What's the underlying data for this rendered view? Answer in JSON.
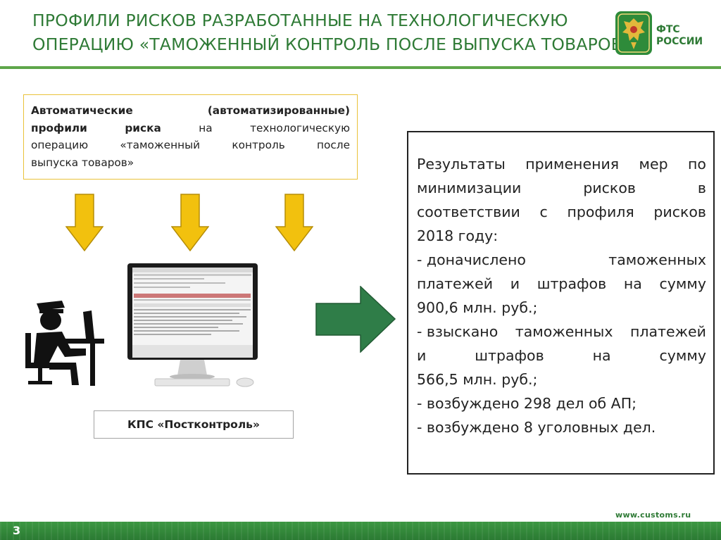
{
  "header": {
    "title_line1": "ПРОФИЛИ РИСКОВ РАЗРАБОТАННЫЕ НА ТЕХНОЛОГИЧЕСКУЮ",
    "title_line2": "ОПЕРАЦИЮ «ТАМОЖЕННЫЙ КОНТРОЛЬ ПОСЛЕ ВЫПУСКА ТОВАРОВ»",
    "logo_line1": "ФТС",
    "logo_line2": "РОССИИ",
    "accent_color": "#2e7a35"
  },
  "profile_box": {
    "line1_a": "Автоматические",
    "line1_b": "(автоматизированные)",
    "line2_a": "профили",
    "line2_b": "риска",
    "line2_c": "на",
    "line2_d": "технологическую",
    "line3_a": "операцию",
    "line3_b": "«таможенный",
    "line3_c": "контроль",
    "line3_d": "после",
    "line4": "выпуска товаров»",
    "border_color": "#e9c23a"
  },
  "system_label": "КПС «Постконтроль»",
  "results": {
    "l1_a": "Результаты",
    "l1_b": "применения",
    "l1_c": "мер",
    "l1_d": "по",
    "l2_a": "минимизации",
    "l2_b": "рисков",
    "l2_c": "в",
    "l3_a": "соответствии",
    "l3_b": "с",
    "l3_c": "профиля",
    "l3_d": "рисков",
    "l4": "2018 году:",
    "l5_a": "- доначислено",
    "l5_b": "таможенных",
    "l6_a": "платежей",
    "l6_b": "и",
    "l6_c": "штрафов",
    "l6_d": "на",
    "l6_e": "сумму",
    "l7": "900,6 млн. руб.;",
    "l8_a": "- взыскано",
    "l8_b": "таможенных",
    "l8_c": "платежей",
    "l9_a": "и",
    "l9_b": "штрафов",
    "l9_c": "на",
    "l9_d": "сумму",
    "l10": "566,5 млн. руб.;",
    "l11": "- возбуждено 298 дел об АП;",
    "l12": "- возбуждено 8 уголовных дел."
  },
  "footer": {
    "page_number": "3",
    "website": "www.customs.ru",
    "bar_color": "#2e8b3a"
  },
  "icons": {
    "arrows_down": "arrow-down-icon",
    "arrow_right": "arrow-right-icon",
    "worker": "customs-officer-icon",
    "monitor": "monitor-icon",
    "emblem": "emblem-icon"
  }
}
